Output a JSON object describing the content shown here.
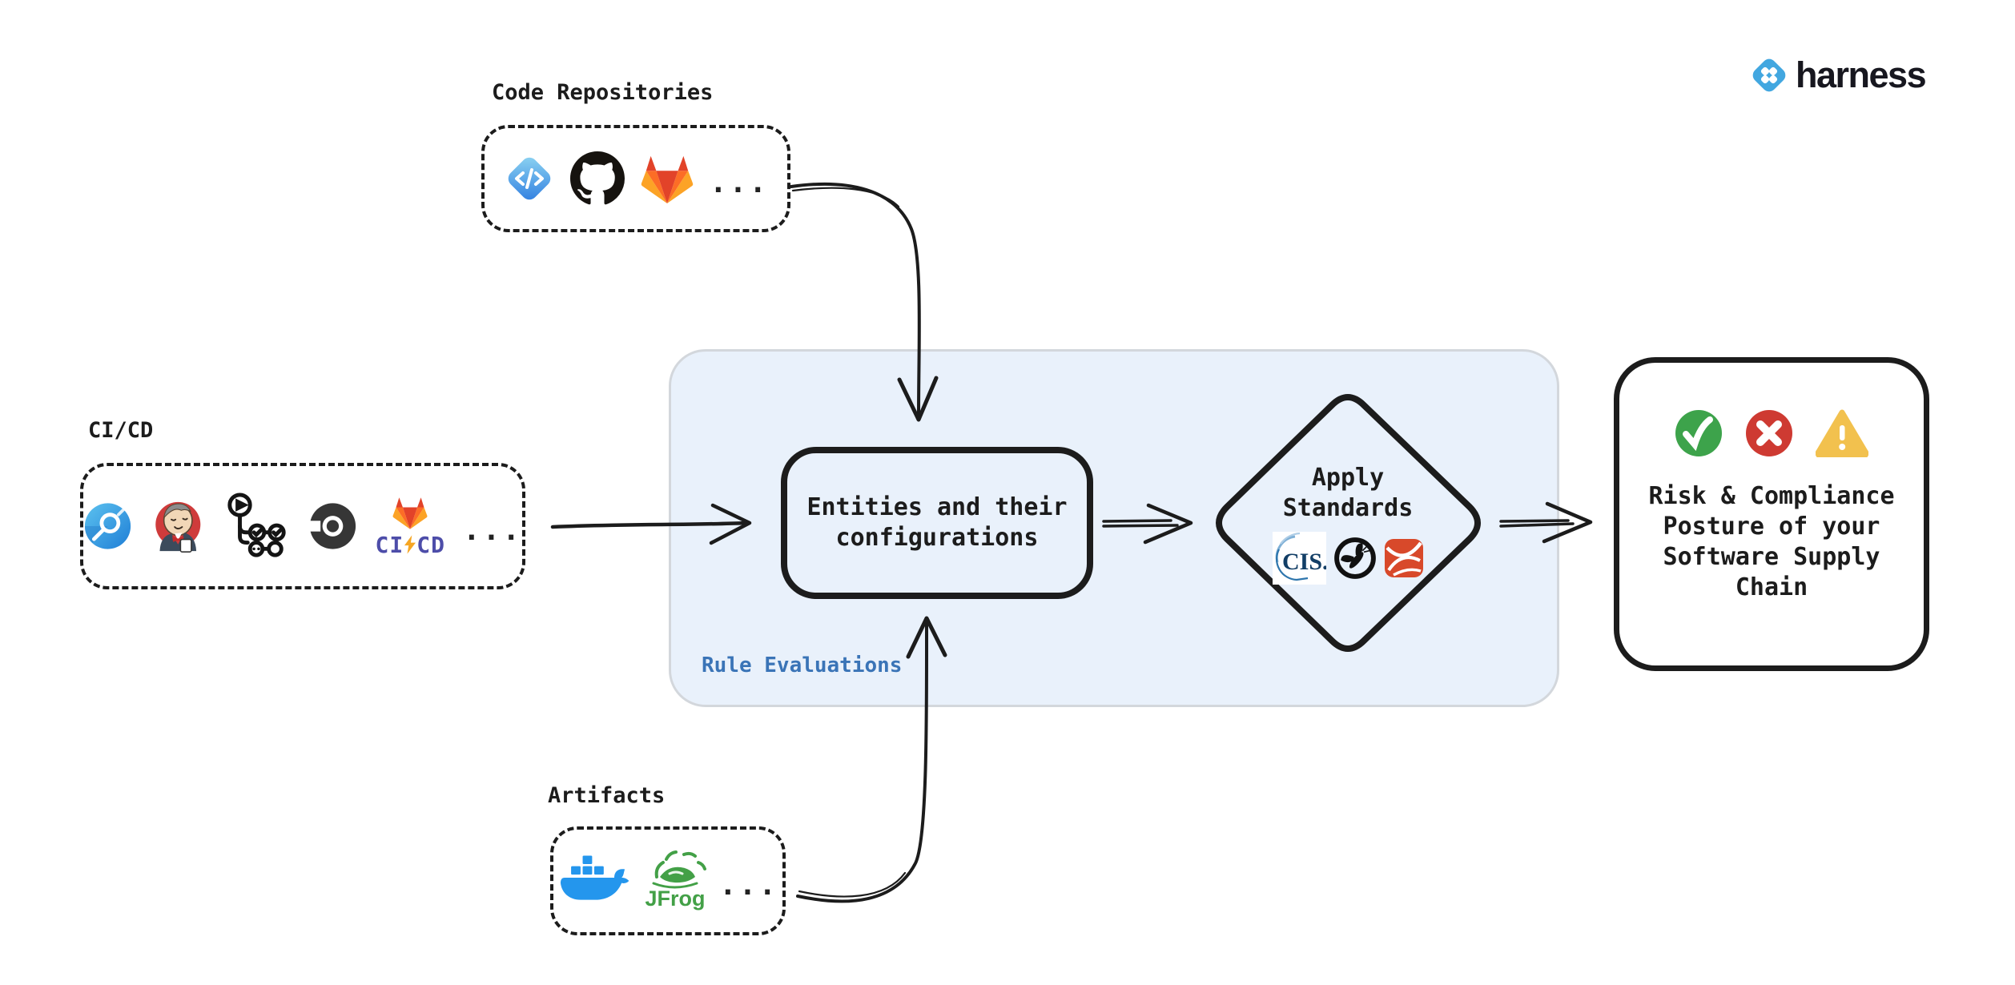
{
  "page": {
    "background_color": "#ffffff"
  },
  "header": {
    "logo": {
      "brand_text": "harness",
      "icon": "harness-diamond-icon",
      "icon_color": "#42a7e0",
      "text_color": "#17171f"
    }
  },
  "sources": {
    "code_repositories": {
      "label": "Code Repositories",
      "icons": [
        "code-brackets-diamond-icon",
        "github-icon",
        "gitlab-icon"
      ],
      "ellipsis": "..."
    },
    "cicd": {
      "label": "CI/CD",
      "icons": [
        "harness-ci-icon",
        "jenkins-icon",
        "workflow-pipeline-icon",
        "circleci-icon",
        "gitlab-cicd-icon"
      ],
      "gitlab_cicd": {
        "ci": "CI",
        "cd": "CD"
      },
      "ellipsis": "..."
    },
    "artifacts": {
      "label": "Artifacts",
      "icons": [
        "docker-icon",
        "jfrog-icon"
      ],
      "jfrog_label": "JFrog",
      "ellipsis": "..."
    }
  },
  "rule_evaluations_panel": {
    "label": "Rule Evaluations",
    "label_color": "#3a74b7",
    "background_color": "#e9f1fb"
  },
  "nodes": {
    "entities": {
      "text": "Entities and their\nconfigurations"
    },
    "apply_standards": {
      "text": "Apply\nStandards",
      "cis_label": "CIS.",
      "icons": [
        "cis-icon",
        "owasp-icon",
        "standards-ribbon-icon"
      ]
    },
    "outcome": {
      "text": "Risk & Compliance\nPosture of your\nSoftware Supply\nChain",
      "icons": [
        "check-circle-icon",
        "cross-circle-icon",
        "warning-triangle-icon"
      ],
      "status_colors": {
        "pass": "#3da34b",
        "fail": "#ce3a32",
        "warn": "#f2c14e"
      }
    }
  },
  "connections": [
    {
      "from": "code-repositories",
      "to": "entities"
    },
    {
      "from": "cicd",
      "to": "entities"
    },
    {
      "from": "artifacts",
      "to": "entities"
    },
    {
      "from": "entities",
      "to": "apply-standards"
    },
    {
      "from": "apply-standards",
      "to": "outcome"
    }
  ]
}
